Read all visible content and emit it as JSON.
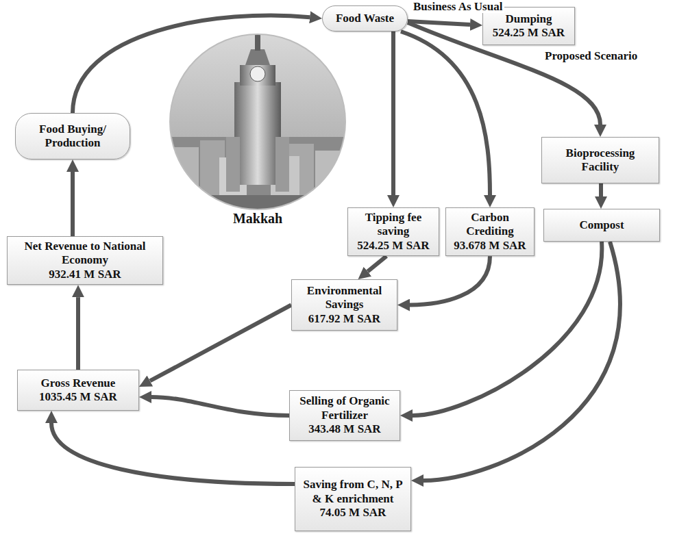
{
  "diagram": {
    "nodes": [
      {
        "text": [
          "Food Waste"
        ]
      },
      {
        "text": [
          "Dumping",
          "524.25 M SAR"
        ]
      },
      {
        "text": [
          "Food Buying/ Production"
        ]
      },
      {
        "text": [
          "Bioprocessing Facility"
        ]
      },
      {
        "text": [
          "Tipping fee saving",
          "524.25 M SAR"
        ]
      },
      {
        "text": [
          "Carbon Crediting",
          "93.678 M SAR"
        ]
      },
      {
        "text": [
          "Net Revenue to National Economy",
          "932.41 M SAR"
        ]
      },
      {
        "text": [
          "Compost"
        ]
      },
      {
        "text": [
          "Environmental Savings",
          "617.92 M SAR"
        ]
      },
      {
        "text": [
          "Gross Revenue",
          "1035.45 M SAR"
        ]
      },
      {
        "text": [
          "Selling of Organic Fertilizer",
          "343.48 M SAR"
        ]
      },
      {
        "text": [
          "Saving from C, N, P & K enrichment",
          "74.05 M SAR"
        ]
      }
    ],
    "edges": [
      {
        "from": 0,
        "to": 1,
        "arrow": "to",
        "label": "Business As Usual"
      },
      {
        "from": 0,
        "to": 3,
        "arrow": "to",
        "label": "Proposed Scenario"
      },
      {
        "from": 0,
        "to": 4,
        "arrow": "to"
      },
      {
        "from": 0,
        "to": 5,
        "arrow": "to"
      },
      {
        "from": 3,
        "to": 7,
        "arrow": "to"
      },
      {
        "from": 4,
        "to": 8,
        "arrow": "to"
      },
      {
        "from": 5,
        "to": 8,
        "arrow": "to"
      },
      {
        "from": 7,
        "to": 10,
        "arrow": "to"
      },
      {
        "from": 7,
        "to": 11,
        "arrow": "to"
      },
      {
        "from": 8,
        "to": 9,
        "arrow": "to"
      },
      {
        "from": 10,
        "to": 9,
        "arrow": "to"
      },
      {
        "from": 11,
        "to": 9,
        "arrow": "to"
      },
      {
        "from": 9,
        "to": 6,
        "arrow": "to"
      },
      {
        "from": 6,
        "to": 2,
        "arrow": "to"
      },
      {
        "from": 2,
        "to": 0,
        "arrow": "to"
      }
    ],
    "labels": [
      "Makkah"
    ]
  }
}
